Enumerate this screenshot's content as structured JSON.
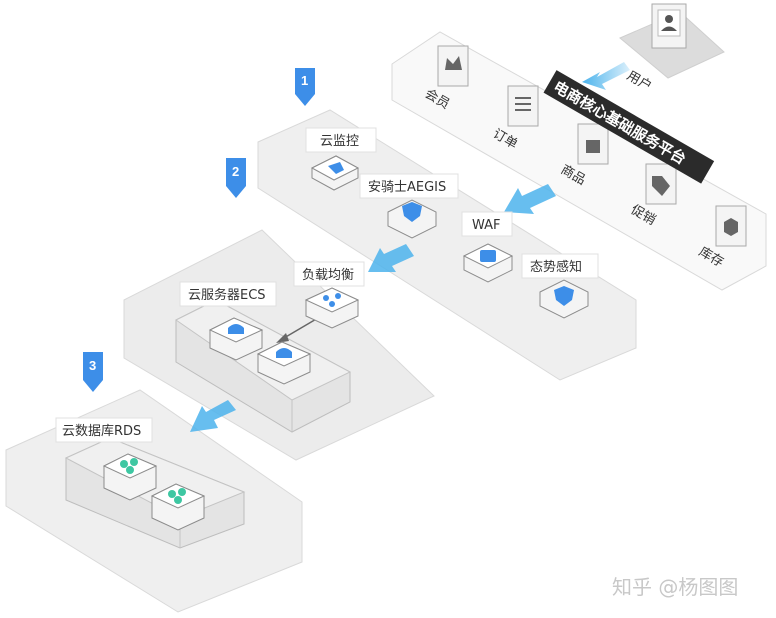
{
  "user": {
    "label": "用户"
  },
  "platform": {
    "title": "电商核心基础服务平台",
    "modules": [
      {
        "label": "会员",
        "icon": "crown-icon"
      },
      {
        "label": "订单",
        "icon": "list-icon"
      },
      {
        "label": "商品",
        "icon": "bag-icon"
      },
      {
        "label": "促销",
        "icon": "tag-icon"
      },
      {
        "label": "库存",
        "icon": "box-icon"
      }
    ]
  },
  "steps": [
    "1",
    "2",
    "3"
  ],
  "security_layer": {
    "components": [
      {
        "label": "云监控",
        "icon": "monitor-icon"
      },
      {
        "label": "安骑士AEGIS",
        "icon": "shield-icon"
      },
      {
        "label": "WAF",
        "icon": "firewall-icon"
      },
      {
        "label": "态势感知",
        "icon": "shield-eye-icon"
      }
    ]
  },
  "compute_layer": {
    "load_balancer": {
      "label": "负载均衡",
      "icon": "network-icon"
    },
    "ecs": {
      "label": "云服务器ECS",
      "icon": "server-icon"
    }
  },
  "data_layer": {
    "rds": {
      "label": "云数据库RDS",
      "icon": "database-icon"
    }
  },
  "watermark": "知乎 @杨图图",
  "colors": {
    "accent_blue": "#3d8ee8",
    "arrow_blue": "#4cb3ec",
    "db_green": "#3ec7a2",
    "banner_bg": "#2b2b2b"
  }
}
